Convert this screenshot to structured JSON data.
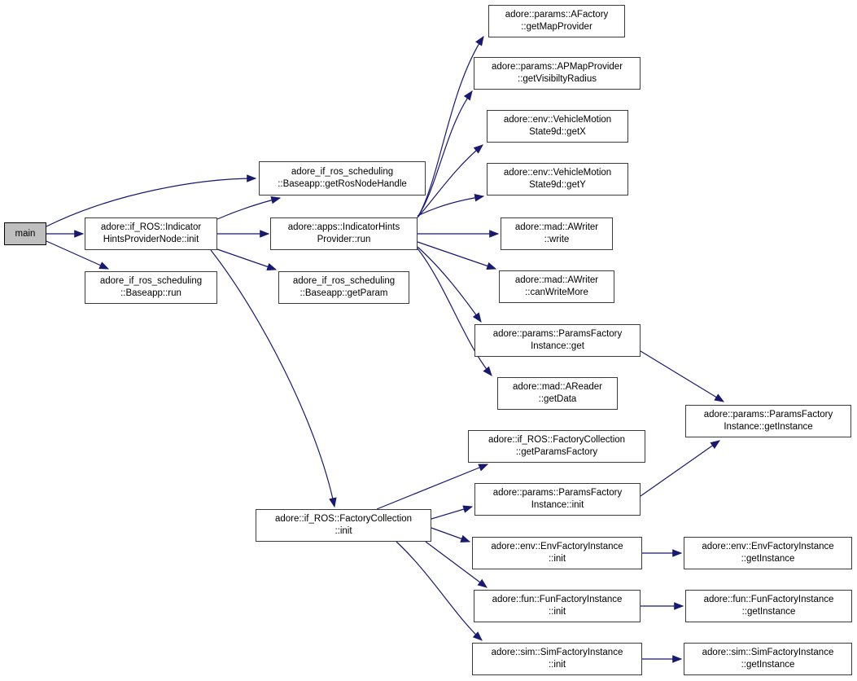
{
  "diagram_type": "doxygen-call-graph",
  "colors": {
    "edge": "#191970",
    "node_border": "#3c3c3c",
    "node_bg": "#ffffff",
    "root_bg": "#bfbfbf",
    "text": "#000000",
    "background": "#ffffff"
  },
  "nodes": {
    "main": {
      "label": "main"
    },
    "ihpn_init": {
      "label": "adore::if_ROS::Indicator\nHintsProviderNode::init"
    },
    "baseapp_run": {
      "label": "adore_if_ros_scheduling\n::Baseapp::run"
    },
    "get_ros_node_handle": {
      "label": "adore_if_ros_scheduling\n::Baseapp::getRosNodeHandle"
    },
    "ihp_run": {
      "label": "adore::apps::IndicatorHints\nProvider::run"
    },
    "get_param": {
      "label": "adore_if_ros_scheduling\n::Baseapp::getParam"
    },
    "fc_init": {
      "label": "adore::if_ROS::FactoryCollection\n::init"
    },
    "get_map_provider": {
      "label": "adore::params::AFactory\n::getMapProvider"
    },
    "get_visibilty_radius": {
      "label": "adore::params::APMapProvider\n::getVisibiltyRadius"
    },
    "get_x": {
      "label": "adore::env::VehicleMotion\nState9d::getX"
    },
    "get_y": {
      "label": "adore::env::VehicleMotion\nState9d::getY"
    },
    "awriter_write": {
      "label": "adore::mad::AWriter\n::write"
    },
    "can_write_more": {
      "label": "adore::mad::AWriter\n::canWriteMore"
    },
    "pfi_get": {
      "label": "adore::params::ParamsFactory\nInstance::get"
    },
    "areader_get_data": {
      "label": "adore::mad::AReader\n::getData"
    },
    "fc_get_params_factory": {
      "label": "adore::if_ROS::FactoryCollection\n::getParamsFactory"
    },
    "pfi_init": {
      "label": "adore::params::ParamsFactory\nInstance::init"
    },
    "env_init": {
      "label": "adore::env::EnvFactoryInstance\n::init"
    },
    "fun_init": {
      "label": "adore::fun::FunFactoryInstance\n::init"
    },
    "sim_init": {
      "label": "adore::sim::SimFactoryInstance\n::init"
    },
    "pfi_get_instance": {
      "label": "adore::params::ParamsFactory\nInstance::getInstance"
    },
    "env_get_instance": {
      "label": "adore::env::EnvFactoryInstance\n::getInstance"
    },
    "fun_get_instance": {
      "label": "adore::fun::FunFactoryInstance\n::getInstance"
    },
    "sim_get_instance": {
      "label": "adore::sim::SimFactoryInstance\n::getInstance"
    }
  },
  "edges": [
    {
      "from": "main",
      "to": "ihpn_init"
    },
    {
      "from": "main",
      "to": "get_ros_node_handle"
    },
    {
      "from": "main",
      "to": "baseapp_run"
    },
    {
      "from": "ihpn_init",
      "to": "get_ros_node_handle"
    },
    {
      "from": "ihpn_init",
      "to": "ihp_run"
    },
    {
      "from": "ihpn_init",
      "to": "get_param"
    },
    {
      "from": "ihpn_init",
      "to": "fc_init"
    },
    {
      "from": "ihp_run",
      "to": "get_map_provider"
    },
    {
      "from": "ihp_run",
      "to": "get_visibilty_radius"
    },
    {
      "from": "ihp_run",
      "to": "get_x"
    },
    {
      "from": "ihp_run",
      "to": "get_y"
    },
    {
      "from": "ihp_run",
      "to": "awriter_write"
    },
    {
      "from": "ihp_run",
      "to": "can_write_more"
    },
    {
      "from": "ihp_run",
      "to": "pfi_get"
    },
    {
      "from": "ihp_run",
      "to": "areader_get_data"
    },
    {
      "from": "pfi_get",
      "to": "pfi_get_instance"
    },
    {
      "from": "pfi_init",
      "to": "pfi_get_instance"
    },
    {
      "from": "fc_init",
      "to": "fc_get_params_factory"
    },
    {
      "from": "fc_init",
      "to": "pfi_init"
    },
    {
      "from": "fc_init",
      "to": "env_init"
    },
    {
      "from": "fc_init",
      "to": "fun_init"
    },
    {
      "from": "fc_init",
      "to": "sim_init"
    },
    {
      "from": "env_init",
      "to": "env_get_instance"
    },
    {
      "from": "fun_init",
      "to": "fun_get_instance"
    },
    {
      "from": "sim_init",
      "to": "sim_get_instance"
    }
  ]
}
